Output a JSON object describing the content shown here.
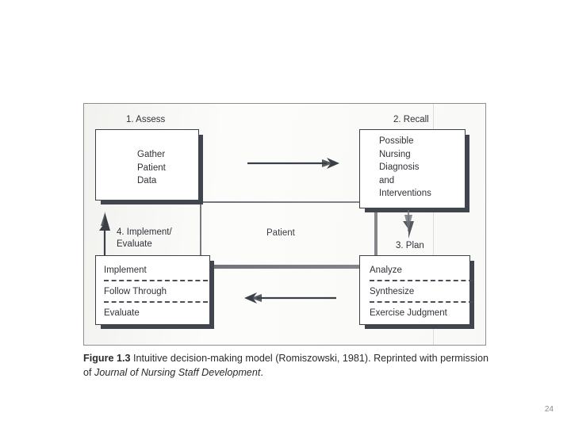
{
  "page": {
    "number": "24",
    "background": "#ffffff"
  },
  "figure": {
    "frame_border_color": "#8d8f92",
    "box_border_color": "#3d4047",
    "shadow_color": "#41454d",
    "center_label": "Patient",
    "stages": [
      {
        "id": "assess",
        "label": "1. Assess",
        "box_type": "text",
        "lines": [
          "Gather",
          "Patient",
          "Data"
        ]
      },
      {
        "id": "recall",
        "label": "2. Recall",
        "box_type": "text",
        "lines": [
          "Possible",
          "Nursing",
          "Diagnosis",
          "and",
          "Interventions"
        ]
      },
      {
        "id": "plan",
        "label": "3. Plan",
        "box_type": "list",
        "lines": [
          "Analyze",
          "Synthesize",
          "Exercise Judgment"
        ]
      },
      {
        "id": "implement-evaluate",
        "label": "4. Implement/\nEvaluate",
        "box_type": "list",
        "lines": [
          "Implement",
          "Follow Through",
          "Evaluate"
        ]
      }
    ],
    "arrows": [
      {
        "id": "assess-to-recall",
        "direction": "right"
      },
      {
        "id": "recall-to-plan",
        "direction": "down"
      },
      {
        "id": "plan-to-implement",
        "direction": "left"
      },
      {
        "id": "implement-to-assess",
        "direction": "up"
      }
    ]
  },
  "caption": {
    "figure_number": "Figure 1.3",
    "text_part_1": " Intuitive decision-making model (Romiszowski, 1981). Reprinted with permission of ",
    "journal_name": "Journal of Nursing Staff Development",
    "text_part_2": "."
  }
}
